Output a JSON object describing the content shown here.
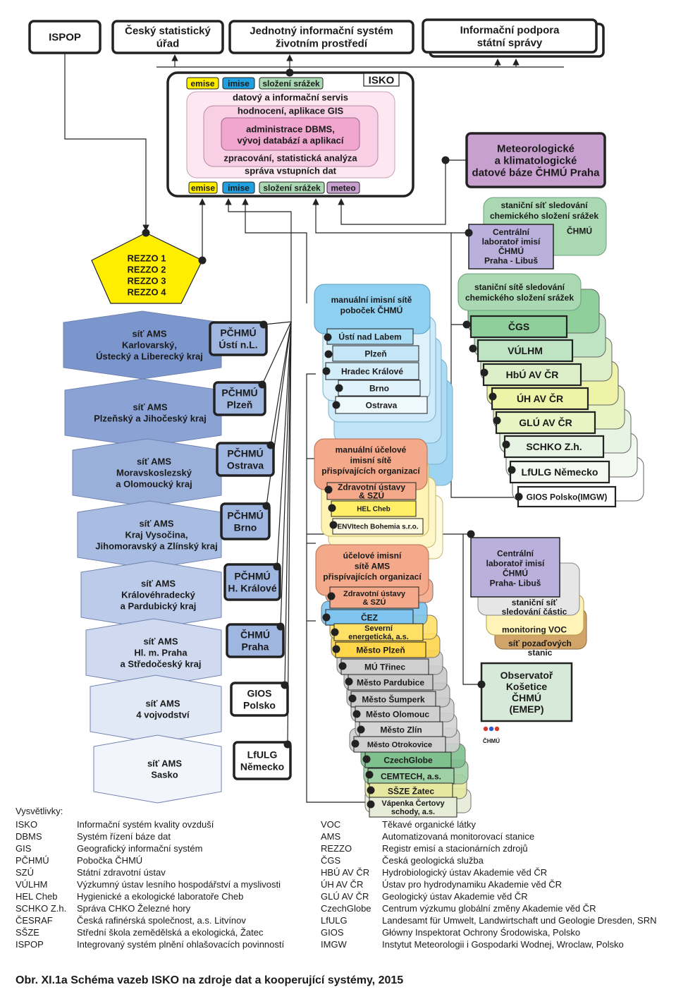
{
  "top_systems": {
    "ispop": "ISPOP",
    "csu": [
      "Český statistický",
      "úřad"
    ],
    "jis": [
      "Jednotný informační systém",
      "životním prostředí"
    ],
    "ipss": [
      "Informační podpora",
      "státní správy"
    ]
  },
  "isko": {
    "label": "ISKO",
    "top_tags": [
      "emise",
      "imise",
      "složení srážek"
    ],
    "bottom_tags": [
      "emise",
      "imise",
      "složení srážek",
      "meteo"
    ],
    "layers": [
      "datový a informační servis",
      "hodnocení, aplikace GIS",
      "administrace DBMS,",
      "vývoj databází a aplikací",
      "zpracování, statistická analýza",
      "správa vstupních dat"
    ]
  },
  "meteo_db": [
    "Meteorologické",
    "a klimatologické",
    "datové báze ČHMÚ Praha"
  ],
  "rezzo": [
    "REZZO 1",
    "REZZO 2",
    "REZZO 3",
    "REZZO 4"
  ],
  "ams_networks": [
    {
      "lines": [
        "síť AMS",
        "Karlovarský,",
        "Ústecký a Liberecký kraj"
      ],
      "branch": [
        "PČHMÚ",
        "Ústí n.L."
      ]
    },
    {
      "lines": [
        "síť AMS",
        "Plzeňský a Jihočeský kraj"
      ],
      "branch": [
        "PČHMÚ",
        "Plzeň"
      ]
    },
    {
      "lines": [
        "síť AMS",
        "Moravskoslezský",
        "a Olomoucký kraj"
      ],
      "branch": [
        "PČHMÚ",
        "Ostrava"
      ]
    },
    {
      "lines": [
        "síť AMS",
        "Kraj Vysočina,",
        "Jihomoravský a Zlínský kraj"
      ],
      "branch": [
        "PČHMÚ",
        "Brno"
      ]
    },
    {
      "lines": [
        "síť AMS",
        "Královéhradecký",
        "a Pardubický kraj"
      ],
      "branch": [
        "PČHMÚ",
        "H. Králové"
      ]
    },
    {
      "lines": [
        "síť AMS",
        "Hl. m. Praha",
        "a Středočeský kraj"
      ],
      "branch": [
        "ČHMÚ",
        "Praha"
      ]
    },
    {
      "lines": [
        "síť AMS",
        "4 vojvodství"
      ],
      "branch": [
        "GIOS",
        "Polsko"
      ]
    },
    {
      "lines": [
        "síť AMS",
        "Sasko"
      ],
      "branch": [
        "LfULG",
        "Německo"
      ]
    }
  ],
  "manual_branch": {
    "title": [
      "manuální imisní sítě",
      "poboček ČHMÚ"
    ],
    "items": [
      "Ústí nad Labem",
      "Plzeň",
      "Hradec Králové",
      "Brno",
      "Ostrava"
    ]
  },
  "manual_purpose": {
    "title": [
      "manuální účelové",
      "imisní sítě",
      "přispívajících organizací"
    ],
    "items": [
      [
        "Zdravotní ústavy",
        "& SZÚ"
      ],
      [
        "HEL Cheb"
      ],
      [
        "ENVItech Bohemia s.r.o."
      ]
    ]
  },
  "ams_purpose": {
    "title": [
      "účelové imisní",
      "sítě AMS",
      "přispívajících organizací"
    ],
    "items": [
      [
        "Zdravotní ústavy",
        "& SZÚ"
      ],
      [
        "ČEZ"
      ],
      [
        "Severní",
        "energetická, a.s."
      ],
      [
        "Město Plzeň"
      ],
      [
        "MÚ Třinec"
      ],
      [
        "Město Pardubice"
      ],
      [
        "Město Šumperk"
      ],
      [
        "Město Olomouc"
      ],
      [
        "Město Zlín"
      ],
      [
        "Město Otrokovice"
      ],
      [
        "CzechGlobe"
      ],
      [
        "CEMTECH, a.s."
      ],
      [
        "SŠZE Žatec"
      ],
      [
        "Vápenka Čertovy",
        "schody, a.s."
      ]
    ]
  },
  "precip_chmu": {
    "title": [
      "staniční síť sledování",
      "chemického složení srážek"
    ],
    "org": "ČHMÚ",
    "lab": [
      "Centrální",
      "laboratoř imisí",
      "ČHMÚ",
      "Praha - Libuš"
    ]
  },
  "precip_others": {
    "title": [
      "staniční sítě sledování",
      "chemického složení srážek"
    ],
    "items": [
      "ČGS",
      "VÚLHM",
      "HbÚ AV ČR",
      "ÚH AV ČR",
      "GLÚ AV ČR",
      "SCHKO Z.h.",
      "LfULG Německo",
      "GIOS Polsko(IMGW)"
    ]
  },
  "lab2": {
    "title": [
      "Centrální",
      "laboratoř imisí",
      "ČHMÚ",
      "Praha-  Libuš"
    ],
    "items": [
      [
        "staniční síť",
        "sledování částic"
      ],
      [
        "monitoring VOC"
      ],
      [
        "síť pozaďových",
        "stanic"
      ]
    ]
  },
  "observatory": [
    "Observatoř",
    "Košetice",
    "ČHMÚ",
    "(EMEP)"
  ],
  "logo_text": "ČHMÚ",
  "legend_title": "Vysvětlivky:",
  "legend_left": [
    {
      "abbr": "ISKO",
      "text": "Informační systém kvality ovzduší"
    },
    {
      "abbr": "DBMS",
      "text": "Systém řízení báze dat"
    },
    {
      "abbr": "GIS",
      "text": "Geografický informační systém"
    },
    {
      "abbr": "PČHMÚ",
      "text": "Pobočka ČHMÚ"
    },
    {
      "abbr": "SZÚ",
      "text": "Státní zdravotní ústav"
    },
    {
      "abbr": "VÚLHM",
      "text": "Výzkumný ústav lesního hospodářství a myslivosti"
    },
    {
      "abbr": "HEL Cheb",
      "text": "Hygienické a ekologické laboratoře Cheb"
    },
    {
      "abbr": "SCHKO Z.h.",
      "text": "Správa CHKO Železné hory"
    },
    {
      "abbr": "ČESRAF",
      "text": "Česká rafinérská společnost, a.s. Litvínov"
    },
    {
      "abbr": "SŠZE",
      "text": "Střední škola zemědělská a ekologická, Žatec"
    },
    {
      "abbr": "ISPOP",
      "text": "Integrovaný systém plnění ohlašovacích povinností"
    }
  ],
  "legend_right": [
    {
      "abbr": "VOC",
      "text": "Těkavé organické látky"
    },
    {
      "abbr": "AMS",
      "text": "Automatizovaná monitorovací stanice"
    },
    {
      "abbr": "REZZO",
      "text": "Registr emisí a stacionárních zdrojů"
    },
    {
      "abbr": "ČGS",
      "text": "Česká geologická služba"
    },
    {
      "abbr": "HBÚ AV ČR",
      "text": "Hydrobiologický ústav Akademie věd ČR"
    },
    {
      "abbr": "ÚH AV ČR",
      "text": "Ústav pro hydrodynamiku Akademie věd ČR"
    },
    {
      "abbr": "GLÚ AV ČR",
      "text": "Geologický ústav Akademie věd ČR"
    },
    {
      "abbr": "CzechGlobe",
      "text": "Centrum výzkumu globální změny Akademie věd ČR"
    },
    {
      "abbr": "LfULG",
      "text": "Landesamt für Umwelt, Landwirtschaft und Geologie Dresden, SRN"
    },
    {
      "abbr": "GIOS",
      "text": "Główny Inspektorat Ochrony Środowiska, Polsko"
    },
    {
      "abbr": "IMGW",
      "text": "Instytut Meteorologii i Gospodarki Wodnej, Wroclaw, Polsko"
    }
  ],
  "caption": "Obr. XI.1a  Schéma vazeb ISKO na zdroje dat a kooperující systémy, 2015",
  "colors": {
    "emise": "#ffee00",
    "imise": "#1fa0e0",
    "srazky": "#a9d8b3",
    "meteo": "#c8a0d0",
    "isko_outer": "#fde8f2",
    "isko_mid": "#f9cfe6",
    "isko_inner": "#f0a6cf",
    "meteo_db": "#c8a0d0",
    "rezzo": "#ffee00",
    "branch_blue": "#9fb6e0",
    "manual_purpose_head": "#f4a98a",
    "precip_green": "#a9d8b3",
    "lab_purple": "#b9b0dc"
  }
}
